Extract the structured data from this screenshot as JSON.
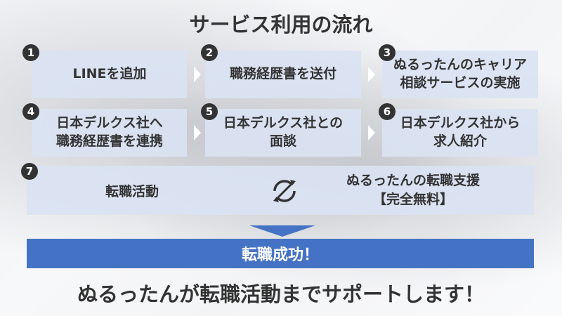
{
  "title": "サービス利用の流れ",
  "steps": [
    {
      "num": "1",
      "line1": "LINEを追加",
      "line2": ""
    },
    {
      "num": "2",
      "line1": "職務経歴書を送付",
      "line2": ""
    },
    {
      "num": "3",
      "line1": "ぬるったんのキャリア",
      "line2": "相談サービスの実施"
    },
    {
      "num": "4",
      "line1": "日本デルクス社へ",
      "line2": "職務経歴書を連携"
    },
    {
      "num": "5",
      "line1": "日本デルクス社との",
      "line2": "面談"
    },
    {
      "num": "6",
      "line1": "日本デルクス社から",
      "line2": "求人紹介"
    }
  ],
  "step7": {
    "num": "7",
    "left": "転職活動",
    "right_line1": "ぬるったんの転職支援",
    "right_line2": "【完全無料】"
  },
  "result": "転職成功！",
  "tagline": "ぬるったんが転職活動までサポートします！",
  "icons": {
    "cycle": "refresh-cycle-icon",
    "arrow": "down-arrow-icon",
    "chevron": "chevron-right-icon"
  },
  "colors": {
    "accent": "#4472c4",
    "box": "#dae3f3",
    "text": "#333333"
  }
}
